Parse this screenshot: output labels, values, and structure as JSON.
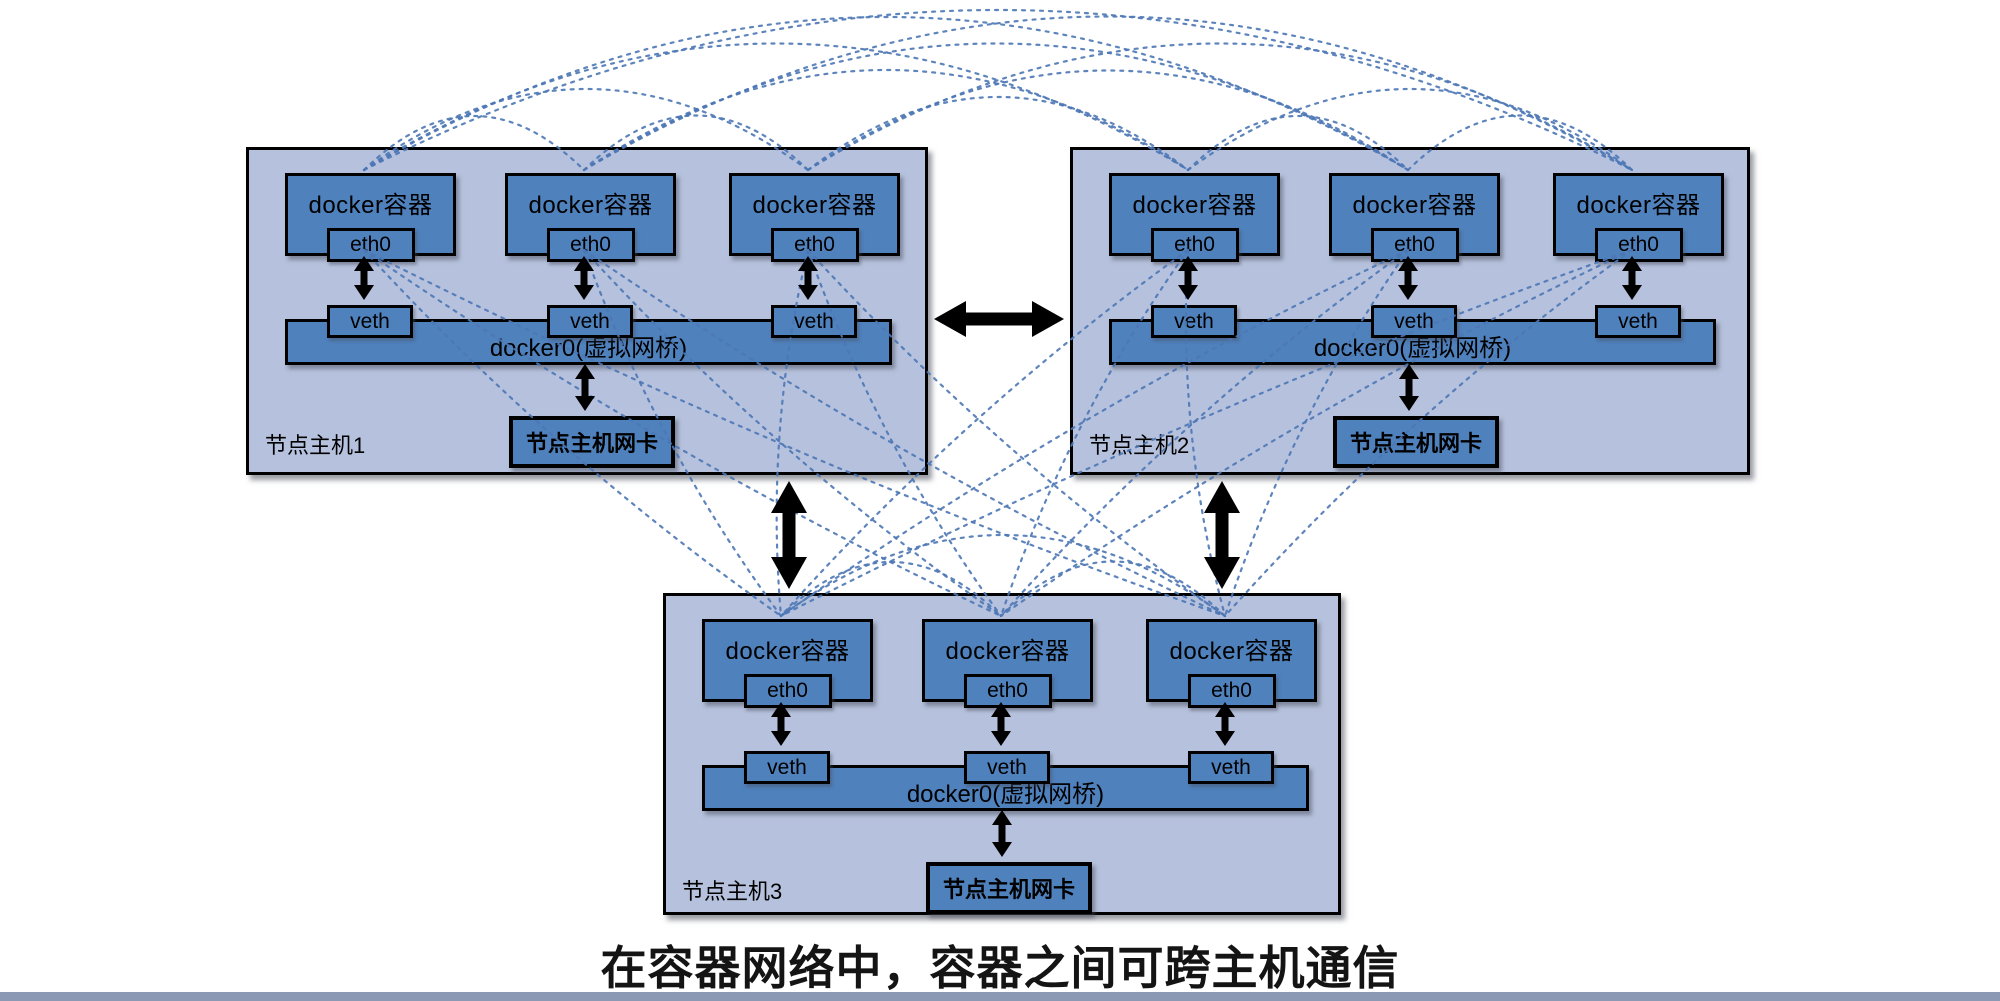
{
  "diagram": {
    "caption": "在容器网络中，容器之间可跨主机通信",
    "colors": {
      "host_fill": "#b6c2dd",
      "box_fill": "#4f81bd",
      "border": "#000000",
      "mesh_link": "#4c77b5",
      "arrow": "#000000"
    },
    "hosts": [
      {
        "label": "节点主机1",
        "bridge_label": "docker0(虚拟网桥)",
        "nic_label": "节点主机网卡",
        "containers": [
          {
            "name": "docker容器",
            "iface": "eth0",
            "link": "veth"
          },
          {
            "name": "docker容器",
            "iface": "eth0",
            "link": "veth"
          },
          {
            "name": "docker容器",
            "iface": "eth0",
            "link": "veth"
          }
        ]
      },
      {
        "label": "节点主机2",
        "bridge_label": "docker0(虚拟网桥)",
        "nic_label": "节点主机网卡",
        "containers": [
          {
            "name": "docker容器",
            "iface": "eth0",
            "link": "veth"
          },
          {
            "name": "docker容器",
            "iface": "eth0",
            "link": "veth"
          },
          {
            "name": "docker容器",
            "iface": "eth0",
            "link": "veth"
          }
        ]
      },
      {
        "label": "节点主机3",
        "bridge_label": "docker0(虚拟网桥)",
        "nic_label": "节点主机网卡",
        "containers": [
          {
            "name": "docker容器",
            "iface": "eth0",
            "link": "veth"
          },
          {
            "name": "docker容器",
            "iface": "eth0",
            "link": "veth"
          },
          {
            "name": "docker容器",
            "iface": "eth0",
            "link": "veth"
          }
        ]
      }
    ]
  }
}
